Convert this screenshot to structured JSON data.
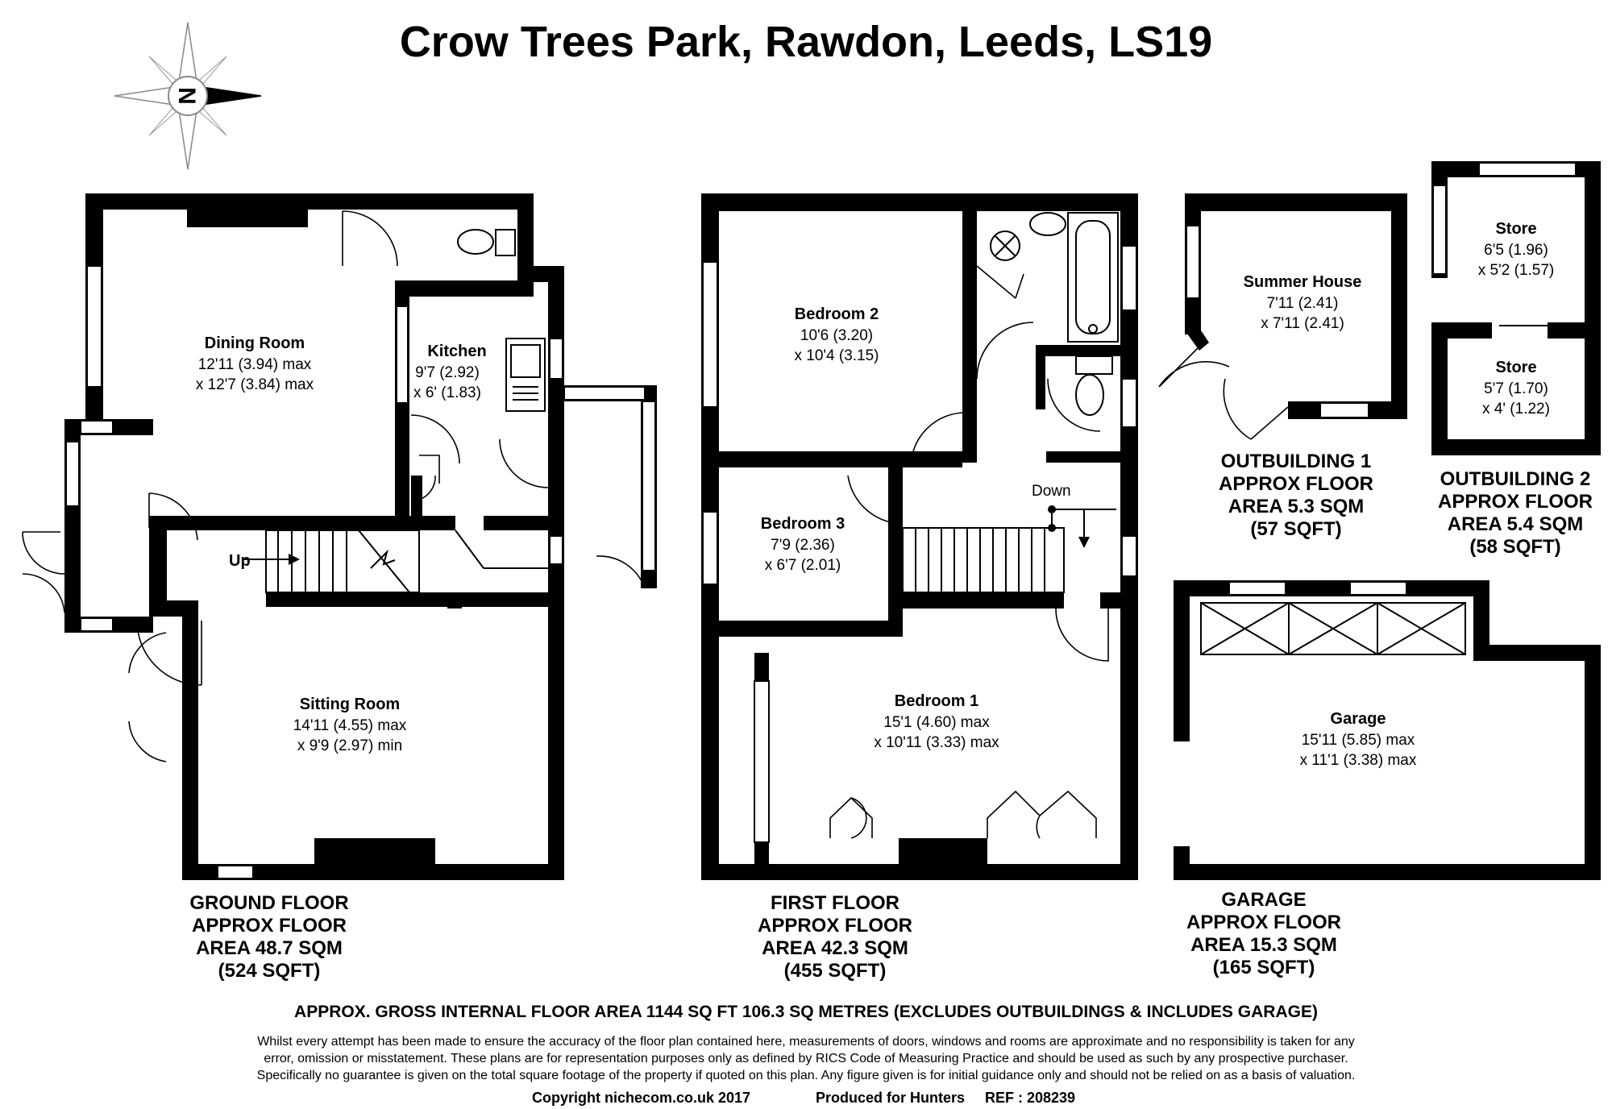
{
  "title": "Crow Trees Park, Rawdon, Leeds, LS19",
  "compass": {
    "letter": "N",
    "icon": "compass-rose-icon"
  },
  "rooms": {
    "dining": {
      "name": "Dining Room",
      "dim1": "12'11 (3.94) max",
      "dim2": "x 12'7 (3.84) max"
    },
    "kitchen": {
      "name": "Kitchen",
      "dim1": "9'7 (2.92)",
      "dim2": "x 6' (1.83)"
    },
    "sitting": {
      "name": "Sitting Room",
      "dim1": "14'11 (4.55) max",
      "dim2": "x 9'9 (2.97) min"
    },
    "bedroom2": {
      "name": "Bedroom 2",
      "dim1": "10'6 (3.20)",
      "dim2": "x 10'4 (3.15)"
    },
    "bedroom3": {
      "name": "Bedroom 3",
      "dim1": "7'9 (2.36)",
      "dim2": "x 6'7 (2.01)"
    },
    "bedroom1": {
      "name": "Bedroom 1",
      "dim1": "15'1 (4.60) max",
      "dim2": "x 10'11 (3.33) max"
    },
    "summer": {
      "name": "Summer House",
      "dim1": "7'11 (2.41)",
      "dim2": "x 7'11 (2.41)"
    },
    "store1": {
      "name": "Store",
      "dim1": "6'5 (1.96)",
      "dim2": "x 5'2 (1.57)"
    },
    "store2": {
      "name": "Store",
      "dim1": "5'7 (1.70)",
      "dim2": "x 4' (1.22)"
    },
    "garage": {
      "name": "Garage",
      "dim1": "15'11 (5.85) max",
      "dim2": "x 11'1 (3.38) max"
    }
  },
  "stairs": {
    "up": "Up",
    "down": "Down"
  },
  "areas": {
    "ground": [
      "GROUND FLOOR",
      "APPROX FLOOR",
      "AREA 48.7 SQM",
      "(524 SQFT)"
    ],
    "first": [
      "FIRST FLOOR",
      "APPROX FLOOR",
      "AREA 42.3 SQM",
      "(455 SQFT)"
    ],
    "garage": [
      "GARAGE",
      "APPROX FLOOR",
      "AREA 15.3 SQM",
      "(165 SQFT)"
    ],
    "outbuilding1": [
      "OUTBUILDING 1",
      "APPROX FLOOR",
      "AREA 5.3 SQM",
      "(57 SQFT)"
    ],
    "outbuilding2": [
      "OUTBUILDING 2",
      "APPROX FLOOR",
      "AREA 5.4 SQM",
      "(58 SQFT)"
    ]
  },
  "gross": "APPROX. GROSS INTERNAL FLOOR AREA 1144 SQ FT 106.3 SQ METRES (EXCLUDES OUTBUILDINGS & INCLUDES GARAGE)",
  "disclaimer": [
    "Whilst every attempt has been made to ensure the accuracy of the floor plan contained here, measurements of doors, windows and rooms are approximate and no responsibility is taken for any",
    "error, omission or misstatement. These plans are for representation purposes only as defined by RICS Code of Measuring Practice and should be used as such by any prospective purchaser.",
    "Specifically no guarantee is given on the total square footage of the property if quoted on this plan. Any figure given is for initial guidance only and should not be relied on as a basis of valuation."
  ],
  "copyright": "Copyright nichecom.co.uk 2017",
  "produced": "Produced for Hunters",
  "ref": "REF : 208239"
}
